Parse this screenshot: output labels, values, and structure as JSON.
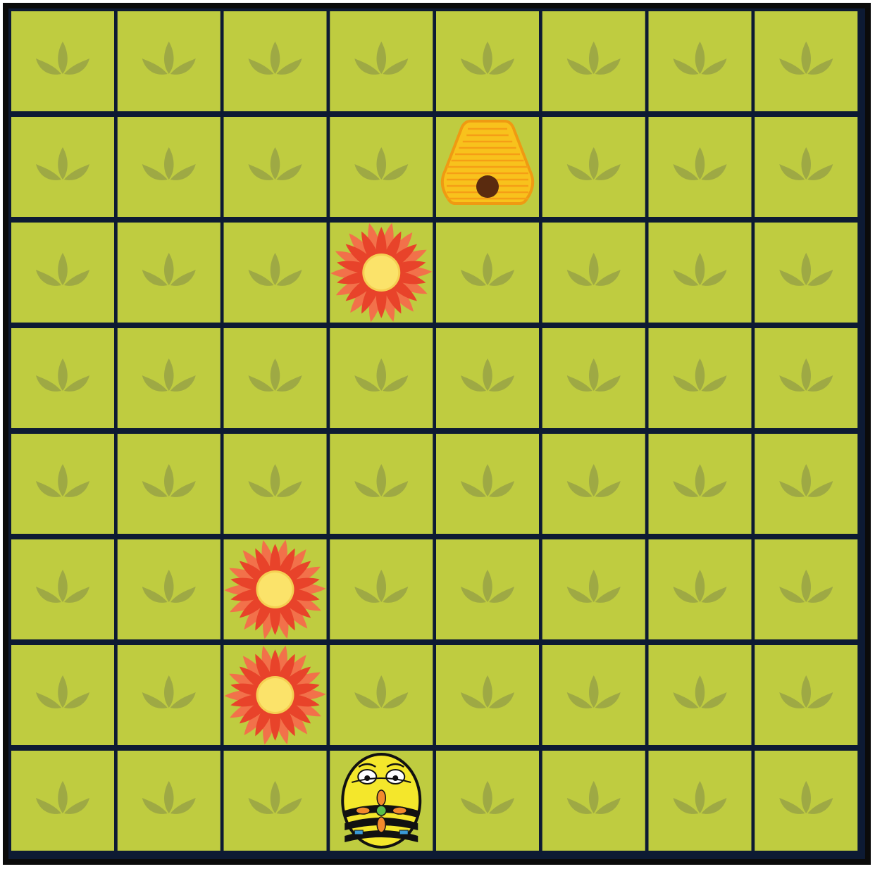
{
  "board": {
    "rows": 8,
    "cols": 8,
    "tile_color": "#bfcc40",
    "grid_line_color": "#0d1a33",
    "frame_color": "#0b0b0b",
    "tile_decoration": "leaf-sprout-icon",
    "leaf_color": "#9ea944"
  },
  "pieces": [
    {
      "type": "beehive",
      "icon": "beehive-icon",
      "row": 1,
      "col": 4,
      "color": "#f8c21c"
    },
    {
      "type": "flower",
      "icon": "flower-icon",
      "row": 2,
      "col": 3,
      "petal_color": "#e8432a",
      "center_color": "#fbe36a"
    },
    {
      "type": "flower",
      "icon": "flower-icon",
      "row": 5,
      "col": 2,
      "petal_color": "#e8432a",
      "center_color": "#fbe36a"
    },
    {
      "type": "flower",
      "icon": "flower-icon",
      "row": 6,
      "col": 2,
      "petal_color": "#e8432a",
      "center_color": "#fbe36a"
    },
    {
      "type": "bee-bot",
      "icon": "bee-bot-icon",
      "row": 7,
      "col": 3,
      "color": "#f4e72b"
    }
  ]
}
